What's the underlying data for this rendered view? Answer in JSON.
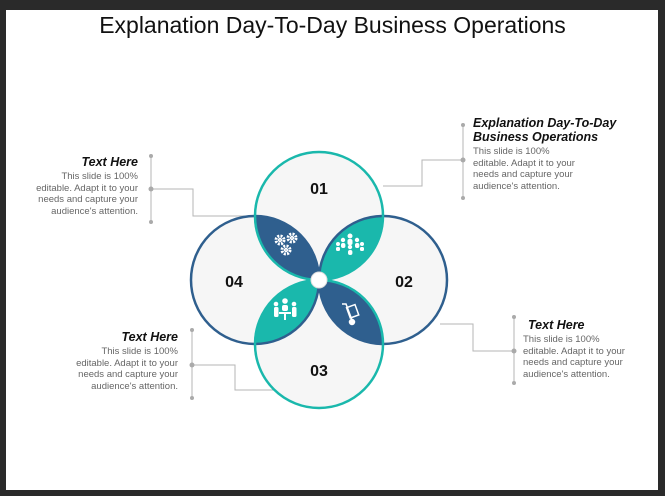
{
  "title": "Explanation Day-To-Day Business Operations",
  "colors": {
    "teal": "#1ab8ac",
    "blue": "#2f5f8e",
    "circle_fill": "#f6f6f6"
  },
  "sections": [
    {
      "number": "01",
      "icon": "people-group-icon"
    },
    {
      "number": "02",
      "icon": "hand-truck-icon"
    },
    {
      "number": "03",
      "icon": "meeting-table-icon"
    },
    {
      "number": "04",
      "icon": "gears-icon"
    }
  ],
  "blocks": {
    "top_left": {
      "heading": "Text Here",
      "body": "This slide is 100% editable. Adapt it to your needs and capture your audience's attention."
    },
    "top_right": {
      "heading": "Explanation Day-To-Day Business Operations",
      "body": "This slide is 100% editable. Adapt it to your needs and capture your audience's attention."
    },
    "bottom_left": {
      "heading": "Text Here",
      "body": "This slide is 100% editable. Adapt it to your needs and capture your audience's attention."
    },
    "bottom_right": {
      "heading": "Text Here",
      "body": "This slide is 100% editable. Adapt it to your needs and capture your audience's attention."
    }
  }
}
